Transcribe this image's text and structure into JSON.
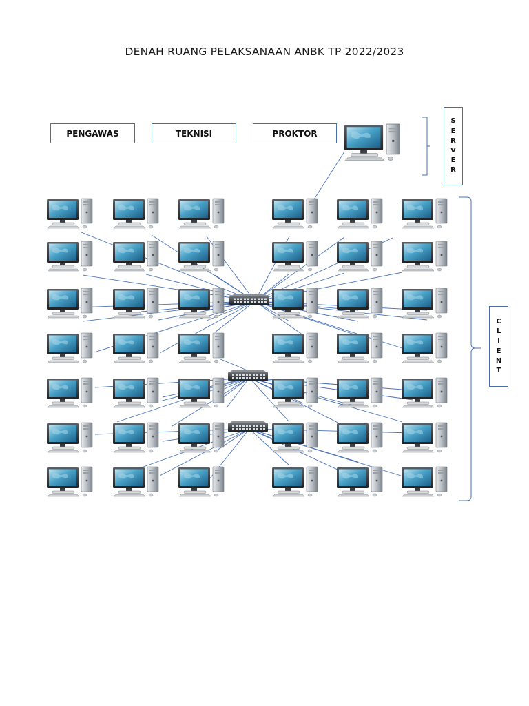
{
  "title": "DENAH RUANG PELAKSANAAN ANBK TP 2022/2023",
  "roles": [
    "PENGAWAS",
    "TEKNISI",
    "PROKTOR"
  ],
  "server_label": [
    "S",
    "E",
    "R",
    "V",
    "E",
    "R"
  ],
  "client_label": [
    "C",
    "L",
    "I",
    "E",
    "N",
    "T"
  ],
  "colors": {
    "line": "#4a72b8",
    "border": "#4a6ea8"
  },
  "icons": [
    "computer-icon",
    "network-switch-icon"
  ],
  "client_grid": {
    "left_group_columns": 3,
    "right_group_columns": 3,
    "rows": 7
  },
  "switches": 3
}
